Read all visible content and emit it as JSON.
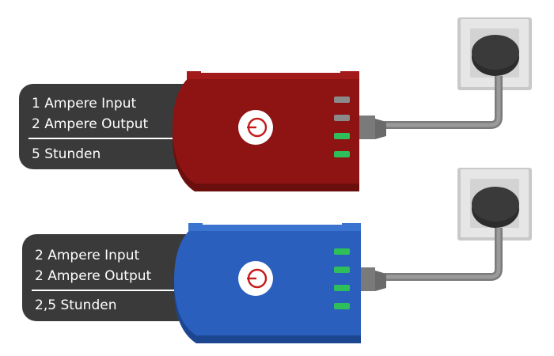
{
  "colors": {
    "red_body": "#8e1414",
    "red_top": "#a31a1a",
    "red_shadow": "#6a0e0e",
    "blue_body": "#2a5fbd",
    "blue_top": "#3a74d0",
    "blue_shadow": "#1d4690",
    "label_bg": "#3a3a3a",
    "led_on": "#2fbf5a",
    "led_off": "#8a8a8a",
    "cable": "#8a8a8a",
    "outlet_face": "#e4e4e4",
    "plug": "#2c2c2c"
  },
  "top_charger": {
    "input_label": "1 Ampere Input",
    "output_label": "2 Ampere Output",
    "duration": "5 Stunden",
    "color": "red",
    "leds": [
      "off",
      "off",
      "on",
      "on"
    ]
  },
  "bottom_charger": {
    "input_label": "2 Ampere Input",
    "output_label": "2 Ampere Output",
    "duration": "2,5 Stunden",
    "color": "blue",
    "leds": [
      "on",
      "on",
      "on",
      "on"
    ]
  }
}
